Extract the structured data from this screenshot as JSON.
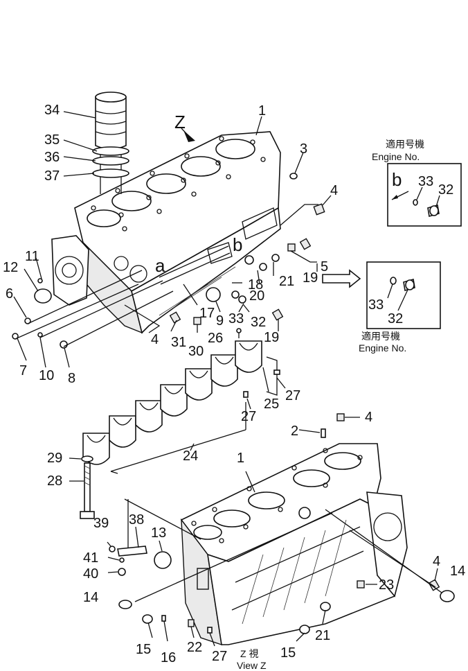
{
  "callouts": {
    "c34": "34",
    "c35": "35",
    "c36": "36",
    "c37": "37",
    "c1_top": "1",
    "c3": "3",
    "c4_top": "4",
    "c5": "5",
    "c11": "11",
    "c12": "12",
    "c6": "6",
    "c7": "7",
    "c10": "10",
    "c8": "8",
    "c9": "9",
    "c17": "17",
    "c18": "18",
    "c20": "20",
    "c21_top": "21",
    "c19_a": "19",
    "c33_mid": "33",
    "c32_mid": "32",
    "c19_b": "19",
    "c26": "26",
    "c4_mid": "4",
    "c31": "31",
    "c30": "30",
    "c27_a": "27",
    "c27_b": "27",
    "c25": "25",
    "c24": "24",
    "c29": "29",
    "c28": "28",
    "c2": "2",
    "c4_br": "4",
    "c1_bot": "1",
    "c39": "39",
    "c38": "38",
    "c13": "13",
    "c41": "41",
    "c40": "40",
    "c4_right": "4",
    "c14_right": "14",
    "c23": "23",
    "c14_left": "14",
    "c15_a": "15",
    "c16": "16",
    "c22": "22",
    "c27_c": "27",
    "c15_b": "15",
    "c21_bot": "21"
  },
  "markers": {
    "z": "Z",
    "a": "a",
    "b": "b"
  },
  "inset_b": {
    "title_jp": "適用号機",
    "title_en": "Engine  No.",
    "letter": "b",
    "n33": "33",
    "n32": "32"
  },
  "inset_lower": {
    "title_jp": "適用号機",
    "title_en": "Engine  No.",
    "n33": "33",
    "n32": "32"
  },
  "view_label": {
    "jp": "Z    視",
    "en": "View  Z"
  }
}
